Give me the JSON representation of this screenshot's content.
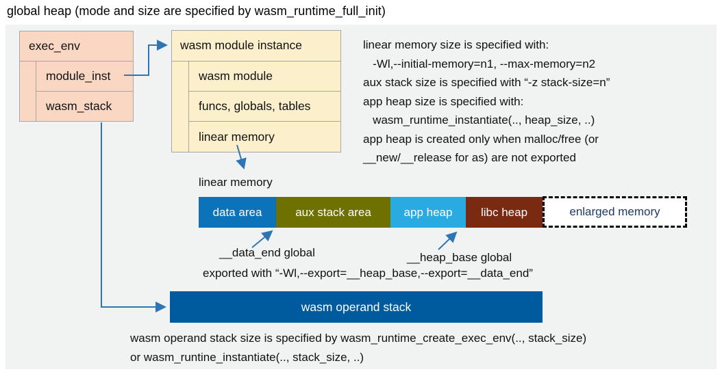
{
  "title": "global heap (mode and size are specified by wasm_runtime_full_init)",
  "exec_env": {
    "label": "exec_env",
    "fields": [
      "module_inst",
      "wasm_stack"
    ]
  },
  "module_instance": {
    "label": "wasm module instance",
    "fields": [
      "wasm module",
      "funcs, globals, tables",
      "linear memory"
    ]
  },
  "notes_right": {
    "lines": [
      "linear memory size is specified with:",
      "   -Wl,--initial-memory=n1, --max-memory=n2",
      "aux stack size is specified with “-z stack-size=n”",
      "app heap size is specified with:",
      "   wasm_runtime_instantiate(.., heap_size, ..)",
      "app heap is created only when malloc/free (or",
      "__new/__release for as) are not exported"
    ]
  },
  "linear_memory": {
    "label": "linear memory",
    "segments": [
      {
        "label": "data area",
        "color": "#0c72ba"
      },
      {
        "label": "aux stack area",
        "color": "#6e7000"
      },
      {
        "label": "app heap",
        "color": "#29abe2"
      },
      {
        "label": "libc heap",
        "color": "#7b2a12"
      },
      {
        "label": "enlarged memory",
        "color": "#ffffff"
      }
    ]
  },
  "annotations": {
    "data_end": "__data_end global",
    "heap_base": "__heap_base global",
    "exported": "exported with “-Wl,--export=__heap_base,--export=__data_end”"
  },
  "operand_stack": {
    "label": "wasm operand stack"
  },
  "notes_bottom": {
    "lines": [
      "wasm operand stack size is specified by wasm_runtime_create_exec_env(.., stack_size)",
      "or wasm_runtine_instantiate(.., stack_size, ..)"
    ]
  },
  "colors": {
    "panel_bg": "#f1f2f2",
    "exec_env_fill": "#fad7c3",
    "module_instance_fill": "#fcefcb",
    "box_border": "#a6a6a6",
    "data_area": "#0c72ba",
    "aux_stack_area": "#6e7000",
    "app_heap": "#29abe2",
    "libc_heap": "#7b2a12",
    "operand_stack": "#005a9e",
    "enlarged_memory_text": "#1f3864",
    "arrow": "#2e75b6"
  }
}
